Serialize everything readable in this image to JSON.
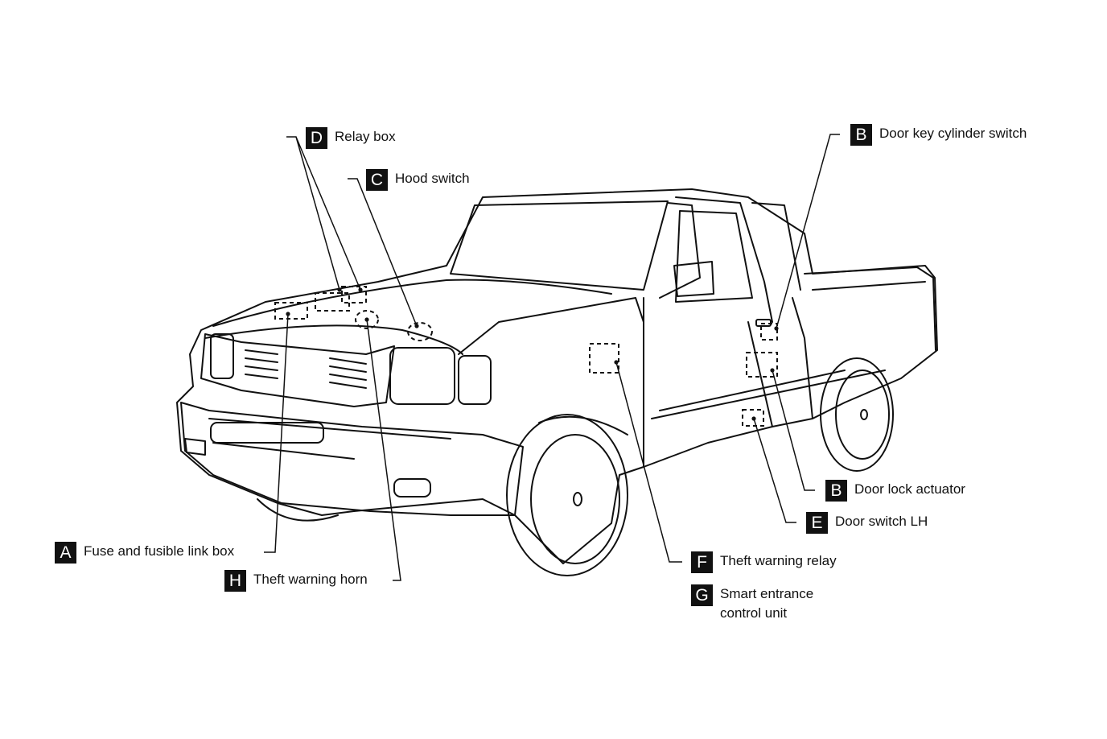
{
  "callouts": {
    "D": {
      "letter": "D",
      "label": "Relay box"
    },
    "C": {
      "letter": "C",
      "label": "Hood switch"
    },
    "B1": {
      "letter": "B",
      "label": "Door key cylinder switch"
    },
    "B2": {
      "letter": "B",
      "label": "Door lock actuator"
    },
    "E": {
      "letter": "E",
      "label": "Door switch LH"
    },
    "F": {
      "letter": "F",
      "label": "Theft warning relay"
    },
    "G": {
      "letter": "G",
      "label_line1": "Smart entrance",
      "label_line2": "control unit"
    },
    "A": {
      "letter": "A",
      "label": "Fuse and fusible link box"
    },
    "H": {
      "letter": "H",
      "label": "Theft warning horn"
    }
  },
  "colors": {
    "ink": "#111111",
    "background": "#ffffff"
  }
}
